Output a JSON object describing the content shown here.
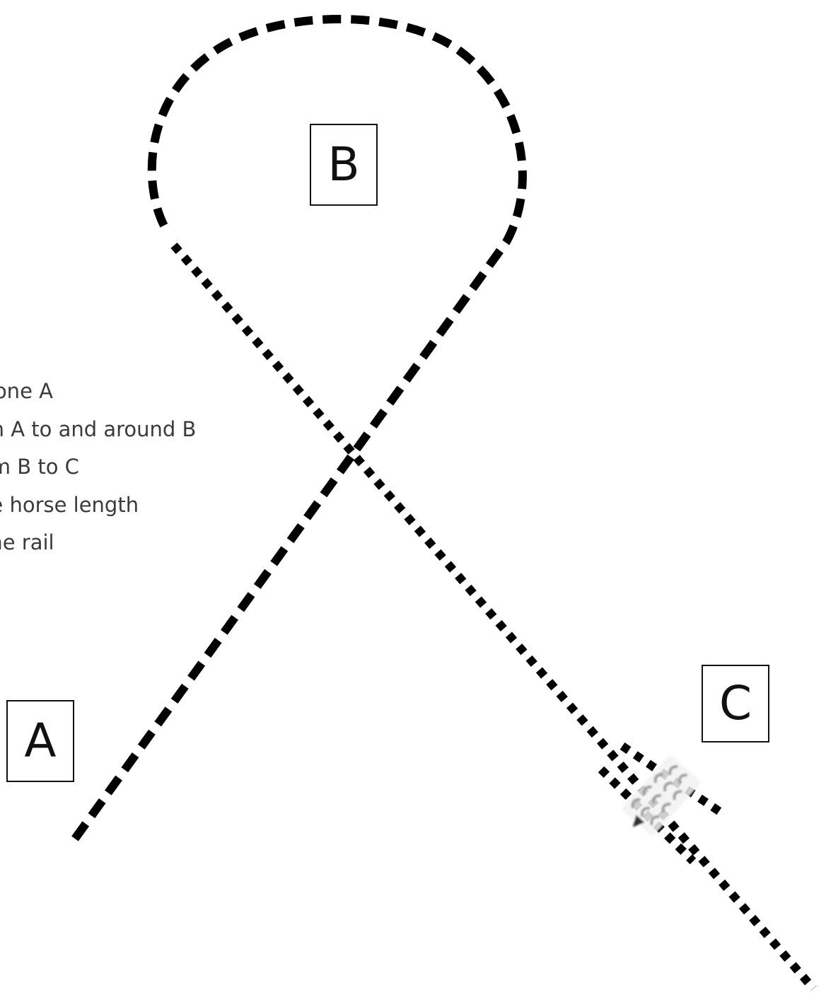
{
  "diagram": {
    "cones": {
      "a": "A",
      "b": "B",
      "c": "C"
    },
    "instructions": [
      "cone A",
      "om A to and around B",
      "om B to C",
      "ne horse length",
      "the rail"
    ],
    "path_styles": {
      "a_to_b": "dashed",
      "b_to_c": "dotted"
    },
    "line_color": "#000000",
    "text_color": "#3b3b3b",
    "icons": [
      "horse-direction-icon"
    ]
  }
}
